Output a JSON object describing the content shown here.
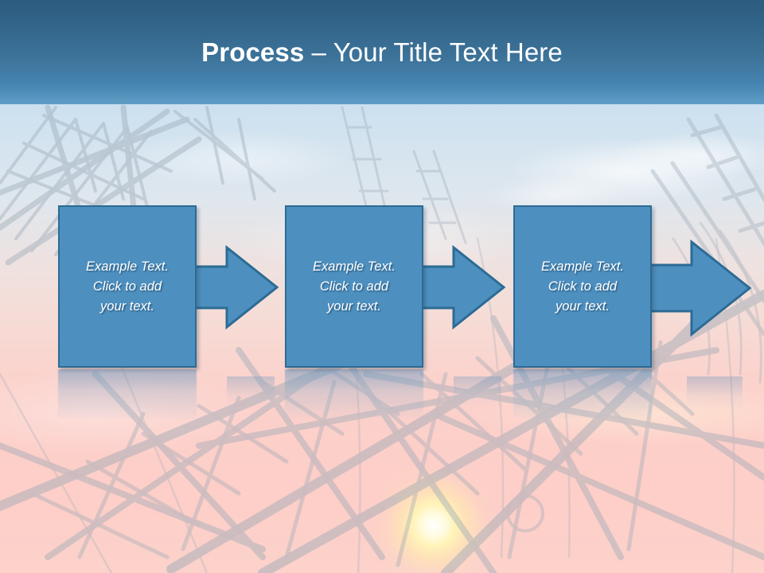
{
  "slide": {
    "title": {
      "bold_part": "Process",
      "separator": " – ",
      "rest_part": "Your Title Text Here",
      "full": "Process – Your Title Text Here"
    },
    "background": {
      "description": "faded photograph of electricity transmission pylons against a sunset sky",
      "sky_top_color": "#a9c9e4",
      "sky_bottom_color": "#fcd2cb",
      "pylon_color": "#9aa7b4",
      "sun_color": "#fffbe0"
    },
    "header": {
      "gradient_top": "#2c5c7f",
      "gradient_bottom": "#4e92bf",
      "title_color": "#ffffff"
    },
    "theme": {
      "box_fill": "#4d90c0",
      "box_border": "#2c6b94",
      "arrow_fill": "#4d90c0",
      "arrow_border": "#2c6b94",
      "text_color": "#ffffff"
    },
    "steps": [
      {
        "id": "step-1",
        "text": "Example Text.\nClick  to add\nyour text.",
        "arrow_label": "arrow-to-step-2"
      },
      {
        "id": "step-2",
        "text": "Example Text.\nClick  to add\nyour text.",
        "arrow_label": "arrow-to-step-3"
      },
      {
        "id": "step-3",
        "text": "Example Text.\nClick  to add\nyour text.",
        "arrow_label": "arrow-outgoing"
      }
    ]
  }
}
